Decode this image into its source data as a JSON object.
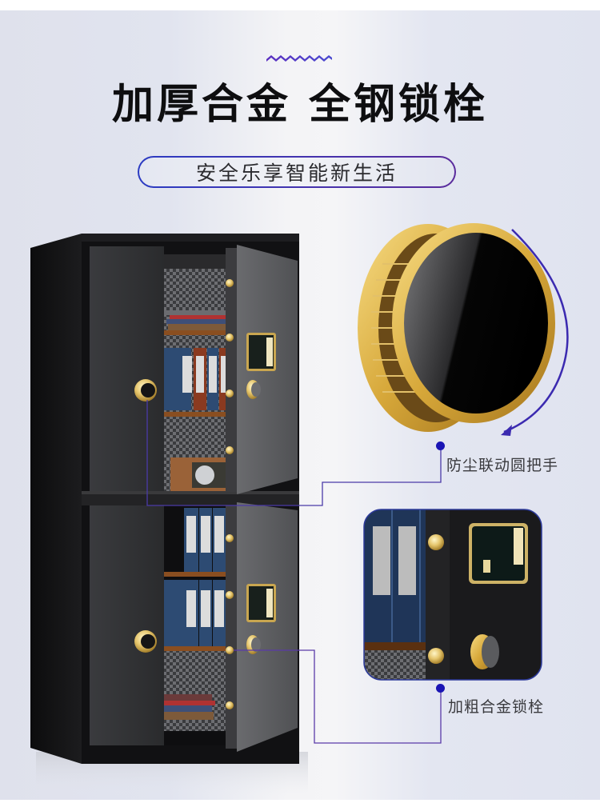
{
  "header": {
    "decoration": "wave-divider-icon",
    "headline": "加厚合金 全钢锁栓",
    "tagline": "安全乐享智能新生活"
  },
  "product": {
    "name": "double-tier-safe-cabinet",
    "features": [
      {
        "label": "防尘联动圆把手",
        "icon": "round-knob-handle-icon"
      },
      {
        "label": "加粗合金锁栓",
        "icon": "lock-bolt-closeup-icon"
      }
    ]
  },
  "colors": {
    "accent_blue": "#1a14b4",
    "accent_purple": "#5a2b9c",
    "gold": "#d8b55a",
    "cabinet_black": "#141416",
    "door_gray": "#5c5d60",
    "headline": "#0e0e10"
  }
}
